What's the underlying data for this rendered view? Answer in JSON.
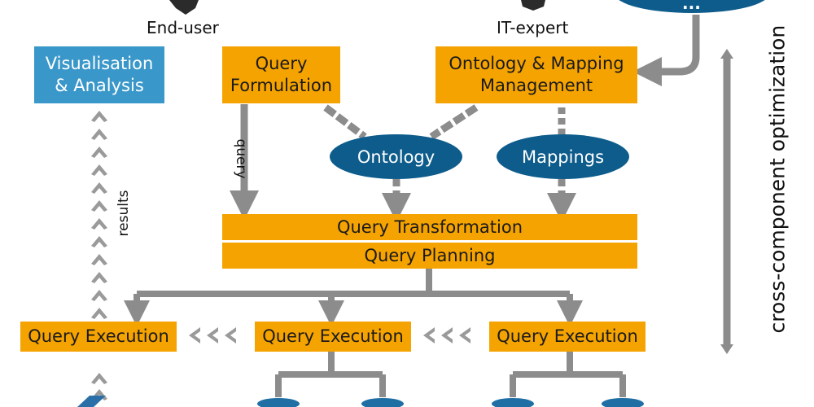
{
  "actors": {
    "end_user": "End-user",
    "it_expert": "IT-expert",
    "top_ellipse_text": "..."
  },
  "boxes": {
    "visualisation": "Visualisation\n& Analysis",
    "query_formulation": "Query\nFormulation",
    "ontology_mapping_mgmt": "Ontology & Mapping\nManagement",
    "query_transformation": "Query Transformation",
    "query_planning": "Query Planning",
    "query_execution_left": "Query Execution",
    "query_execution_mid": "Query Execution",
    "query_execution_right": "Query Execution"
  },
  "ellipses": {
    "ontology": "Ontology",
    "mappings": "Mappings"
  },
  "labels": {
    "query": "query",
    "results": "results",
    "cross_component": "cross-component optimization"
  },
  "colors": {
    "orange": "#f5a300",
    "light_blue": "#3a97c9",
    "dark_blue": "#0d5c8c",
    "arrow_grey": "#8c8c8c"
  }
}
